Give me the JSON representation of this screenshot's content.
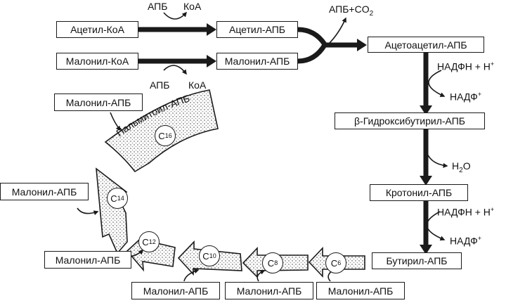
{
  "inputs": {
    "acetyl_coa": "Ацетил-КоА",
    "malonyl_coa": "Малонил-КоА"
  },
  "transfer": {
    "acp_top": "АПБ",
    "coa_top": "КоА",
    "acp_bottom": "АПБ",
    "coa_bottom": "КоА"
  },
  "acyl_acp": {
    "acetyl_acp": "Ацетил-АПБ",
    "malonyl_acp": "Малонил-АПБ"
  },
  "condensation": {
    "release_main": "АПБ+CO",
    "release_sub": "2",
    "product": "Ацетоацетил-АПБ"
  },
  "cycle": {
    "nadph_1": "НАДФН + Н",
    "nadph_1_sup": "+",
    "nadp_1": "НАДФ",
    "nadp_1_sup": "+",
    "hydroxy": "β-Гидроксибутирил-АПБ",
    "water_main": "Н",
    "water_sub": "2",
    "water_end": "О",
    "crotonyl": "Кротонил-АПБ",
    "nadph_2": "НАДФН + Н",
    "nadph_2_sup": "+",
    "nadp_2": "НАДФ",
    "nadp_2_sup": "+",
    "butyryl": "Бутирил-АПБ"
  },
  "elongation": {
    "malonyl_c6": "Малонил-АПБ",
    "malonyl_c8": "Малонил-АПБ",
    "malonyl_c10": "Малонил-АПБ",
    "malonyl_c12": "Малонил-АПБ",
    "malonyl_c14": "Малонил-АПБ",
    "malonyl_c16": "Малонил-АПБ",
    "palmitoyl": "Пальмитоил-АПБ",
    "carbons": [
      {
        "c": "C",
        "n": "6"
      },
      {
        "c": "C",
        "n": "8"
      },
      {
        "c": "C",
        "n": "10"
      },
      {
        "c": "C",
        "n": "12"
      },
      {
        "c": "C",
        "n": "14"
      },
      {
        "c": "C",
        "n": "16"
      }
    ]
  },
  "colors": {
    "ink": "#1a1a1a",
    "stipple": "#8c8c8c"
  }
}
